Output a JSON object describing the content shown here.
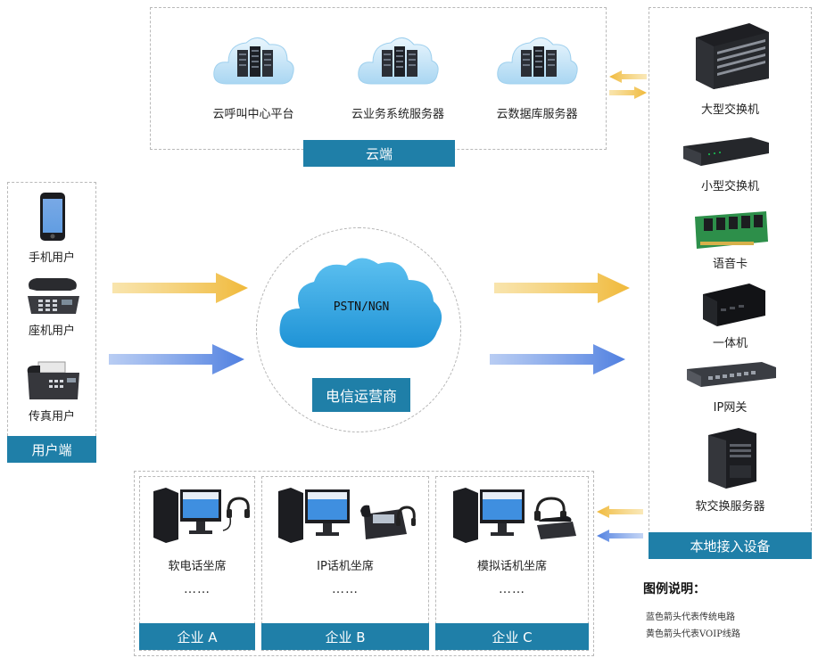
{
  "cloud_section": {
    "bar_label": "云端",
    "servers": [
      {
        "label": "云呼叫中心平台",
        "icon": "cloud-server-icon"
      },
      {
        "label": "云业务系统服务器",
        "icon": "cloud-server-icon"
      },
      {
        "label": "云数据库服务器",
        "icon": "cloud-server-icon"
      }
    ]
  },
  "user_section": {
    "bar_label": "用户端",
    "items": [
      {
        "label": "手机用户",
        "icon": "mobile-phone-icon"
      },
      {
        "label": "座机用户",
        "icon": "desk-phone-icon"
      },
      {
        "label": "传真用户",
        "icon": "fax-machine-icon"
      }
    ]
  },
  "carrier": {
    "cloud_text": "PSTN/NGN",
    "label": "电信运营商"
  },
  "local_section": {
    "bar_label": "本地接入设备",
    "devices": [
      {
        "label": "大型交换机",
        "icon": "large-switch-icon"
      },
      {
        "label": "小型交换机",
        "icon": "small-switch-icon"
      },
      {
        "label": "语音卡",
        "icon": "voice-card-icon"
      },
      {
        "label": "一体机",
        "icon": "all-in-one-icon"
      },
      {
        "label": "IP网关",
        "icon": "ip-gateway-icon"
      },
      {
        "label": "软交换服务器",
        "icon": "softswitch-server-icon"
      }
    ]
  },
  "enterprises": [
    {
      "bar_label": "企业 A",
      "seat_label": "软电话坐席",
      "dots": "……",
      "icon": "pc-headset-icon"
    },
    {
      "bar_label": "企业 B",
      "seat_label": "IP话机坐席",
      "dots": "……",
      "icon": "pc-ip-phone-icon"
    },
    {
      "bar_label": "企业 C",
      "seat_label": "模拟话机坐席",
      "dots": "……",
      "icon": "pc-analog-phone-icon"
    }
  ],
  "legend": {
    "title": "图例说明：",
    "lines": [
      "蓝色箭头代表传统电路",
      "黄色箭头代表VOIP线路"
    ]
  },
  "colors": {
    "bar": "#1f7fa8",
    "yellow_arrow": "#f1c04e",
    "blue_arrow": "#5b86e0",
    "cloud": "#3aa6e0"
  }
}
